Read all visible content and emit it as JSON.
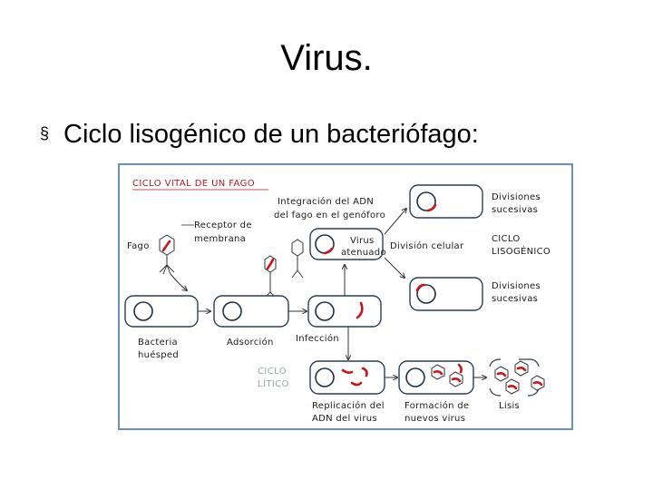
{
  "slide": {
    "title": "Virus.",
    "bullet_marker": "§",
    "bullet_text": "Ciclo lisogénico de un bacteriófago:"
  },
  "figure": {
    "title": "CICLO VITAL DE UN FAGO",
    "labels": {
      "fago": "Fago",
      "receptor_line1": "Receptor de",
      "receptor_line2": "membrana",
      "bacteria_line1": "Bacteria",
      "bacteria_line2": "huésped",
      "adsorcion": "Adsorción",
      "infeccion": "Infección",
      "integracion_line1": "Integración del ADN",
      "integracion_line2": "del fago en el genóforo",
      "virus_line1": "Virus",
      "virus_line2": "atenuado",
      "division_celular": "División celular",
      "divisiones_sucesivas_line1": "Divisiones",
      "divisiones_sucesivas_line2": "sucesivas",
      "ciclo_lisogenico_line1": "CICLO",
      "ciclo_lisogenico_line2": "LISOGÉNICO",
      "divisiones_sucesivas_b_line1": "Divisiones",
      "divisiones_sucesivas_b_line2": "sucesivas",
      "ciclo_litico_line1": "CICLO",
      "ciclo_litico_line2": "LÍTICO",
      "replicacion_line1": "Replicación del",
      "replicacion_line2": "ADN del virus",
      "formacion_line1": "Formación de",
      "formacion_line2": "nuevos virus",
      "lisis": "Lisis"
    },
    "colors": {
      "frame": "#6d8fb3",
      "dna": "#c8141c",
      "title_text": "#b0181e"
    }
  }
}
